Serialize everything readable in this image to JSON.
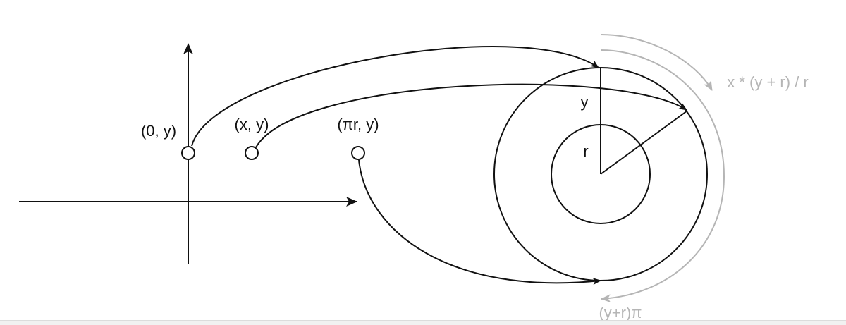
{
  "points": {
    "origin_y": "(0, y)",
    "xy": "(x, y)",
    "pir_y": "(πr, y)"
  },
  "circle_labels": {
    "y": "y",
    "r": "r"
  },
  "arc_labels": {
    "outer": "x * (y + r) / r",
    "bottom": "(y+r)π"
  },
  "colors": {
    "ink": "#111111",
    "annotation_gray": "#b5b5b5"
  }
}
